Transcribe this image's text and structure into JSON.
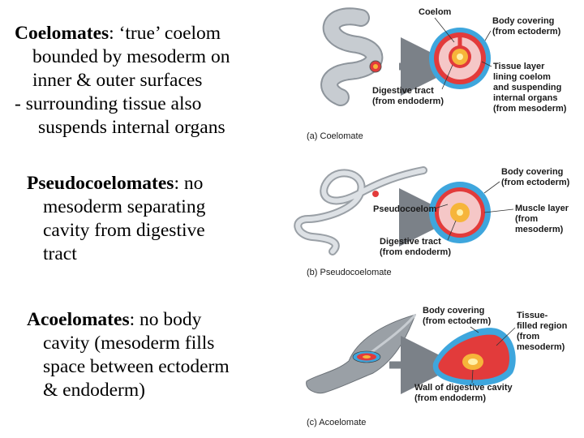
{
  "text": {
    "coelomates": {
      "term": "Coelomates",
      "lines": [
        ": ‘true’ coelom",
        "bounded by mesoderm on",
        "inner & outer surfaces",
        "- surrounding tissue also",
        "suspends internal organs"
      ]
    },
    "pseudocoelomates": {
      "term": "Pseudocoelomates",
      "lines": [
        ": no",
        "mesoderm separating",
        "cavity from digestive",
        "tract"
      ]
    },
    "acoelomates": {
      "term": "Acoelomates",
      "lines": [
        ": no body",
        "cavity (mesoderm fills",
        "space between ectoderm",
        "& endoderm)"
      ]
    }
  },
  "figure": {
    "a": {
      "caption": "(a) Coelomate",
      "labels": {
        "coelom": "Coelom",
        "body_covering": [
          "Body covering",
          "(from ectoderm)"
        ],
        "tissue_layer": [
          "Tissue layer",
          "lining coelom",
          "and suspending",
          "internal organs",
          "(from mesoderm)"
        ],
        "digestive_tract": [
          "Digestive tract",
          "(from endoderm)"
        ]
      }
    },
    "b": {
      "caption": "(b) Pseudocoelomate",
      "labels": {
        "body_covering": [
          "Body covering",
          "(from ectoderm)"
        ],
        "pseudocoelom": "Pseudocoelom",
        "muscle_layer": [
          "Muscle layer",
          "(from",
          "mesoderm)"
        ],
        "digestive_tract": [
          "Digestive tract",
          "(from endoderm)"
        ]
      }
    },
    "c": {
      "caption": "(c) Acoelomate",
      "labels": {
        "body_covering": [
          "Body covering",
          "(from ectoderm)"
        ],
        "tissue_filled": [
          "Tissue-",
          "filled region",
          "(from",
          "mesoderm)"
        ],
        "wall": [
          "Wall of digestive cavity",
          "(from endoderm)"
        ]
      }
    }
  },
  "colors": {
    "ectoderm": "#3ea6dd",
    "mesoderm": "#e23b3b",
    "coelom": "#f5c7c7",
    "endoderm": "#f6b53a",
    "lumen": "#fff0a8",
    "animal_gray": "#9aa0a6",
    "arrow": "#7b8188"
  }
}
